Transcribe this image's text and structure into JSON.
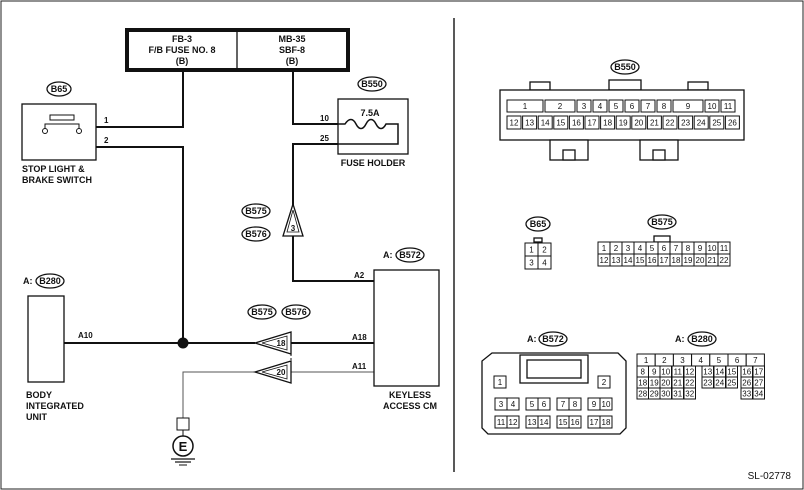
{
  "fuse_box": {
    "left": {
      "line1": "FB-3",
      "line2": "F/B FUSE NO. 8",
      "line3": "(B)"
    },
    "right": {
      "line1": "MB-35",
      "line2": "SBF-8",
      "line3": "(B)"
    }
  },
  "stop_switch": {
    "connector": "B65",
    "label1": "STOP LIGHT &",
    "label2": "BRAKE SWITCH",
    "pin1": "1",
    "pin2": "2"
  },
  "fuse_holder": {
    "connector": "B550",
    "rating": "7.5A",
    "label": "FUSE HOLDER",
    "pin_a": "10",
    "pin_b": "25"
  },
  "inline_top": {
    "conn1": "B575",
    "conn2": "B576",
    "pin": "3"
  },
  "inline_mid": {
    "conn1": "B575",
    "conn2": "B576",
    "pin1": "18",
    "pin2": "20"
  },
  "bcm": {
    "prefix": "A:",
    "connector": "B280",
    "pin": "A10",
    "label1": "BODY",
    "label2": "INTEGRATED",
    "label3": "UNIT"
  },
  "keyless": {
    "prefix": "A:",
    "connector": "B572",
    "pin_a2": "A2",
    "pin_a18": "A18",
    "pin_a11": "A11",
    "label1": "KEYLESS",
    "label2": "ACCESS CM"
  },
  "ground": {
    "symbol": "E"
  },
  "connectors": {
    "b550": {
      "name": "B550",
      "top": [
        "1",
        "2",
        "3",
        "4",
        "5",
        "6",
        "7",
        "8",
        "9",
        "10",
        "11"
      ],
      "bottom": [
        "12",
        "13",
        "14",
        "15",
        "16",
        "17",
        "18",
        "19",
        "20",
        "21",
        "22",
        "23",
        "24",
        "25",
        "26"
      ]
    },
    "b65": {
      "name": "B65",
      "pins": [
        "1",
        "2",
        "3",
        "4"
      ]
    },
    "b575": {
      "name": "B575",
      "top": [
        "1",
        "2",
        "3",
        "4",
        "5",
        "6",
        "7",
        "8",
        "9",
        "10",
        "11"
      ],
      "bottom": [
        "12",
        "13",
        "14",
        "15",
        "16",
        "17",
        "18",
        "19",
        "20",
        "21",
        "22"
      ]
    },
    "b572": {
      "prefix": "A:",
      "name": "B572",
      "pins": [
        "1",
        "2",
        "3",
        "4",
        "5",
        "6",
        "7",
        "8",
        "9",
        "10",
        "11",
        "12",
        "13",
        "14",
        "15",
        "16",
        "17",
        "18"
      ]
    },
    "b280": {
      "prefix": "A:",
      "name": "B280",
      "row1": [
        "1",
        "2",
        "3",
        "4",
        "5",
        "6",
        "7"
      ],
      "row2": [
        "8",
        "9",
        "10",
        "11",
        "12",
        "13",
        "14",
        "15",
        "16",
        "17"
      ],
      "row3": [
        "18",
        "19",
        "20",
        "21",
        "22",
        "23",
        "24",
        "25",
        "26",
        "27"
      ],
      "row4": [
        "28",
        "29",
        "30",
        "31",
        "32",
        "33",
        "34"
      ]
    }
  },
  "code": "SL-02778"
}
